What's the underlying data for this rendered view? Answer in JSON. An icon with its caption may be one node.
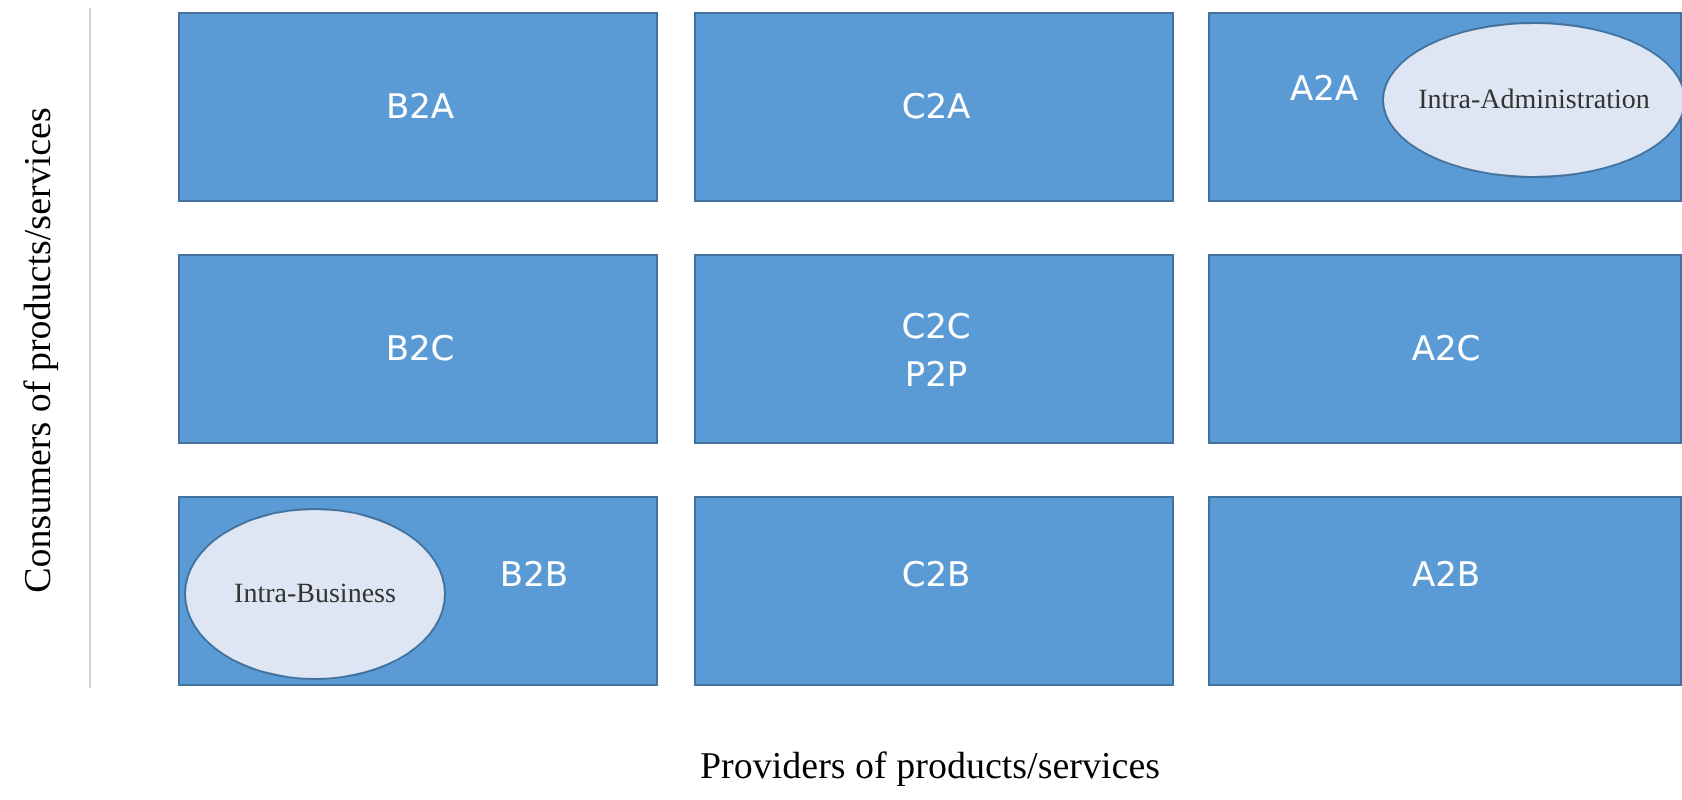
{
  "diagram": {
    "nodes": [
      {
        "text": [
          "B2A"
        ]
      },
      {
        "text": [
          "C2A"
        ]
      },
      {
        "text": [
          "A2A"
        ]
      },
      {
        "text": [
          "Intra-Administration"
        ],
        "in": 2
      },
      {
        "text": [
          "B2C"
        ]
      },
      {
        "text": [
          "C2C",
          "P2P"
        ]
      },
      {
        "text": [
          "A2C"
        ]
      },
      {
        "text": [
          "B2B"
        ]
      },
      {
        "text": [
          "Intra-Business"
        ],
        "in": 7
      },
      {
        "text": [
          "C2B"
        ]
      },
      {
        "text": [
          "A2B"
        ]
      }
    ],
    "labels": [
      "Consumers of products/services",
      "Providers of products/services"
    ]
  }
}
